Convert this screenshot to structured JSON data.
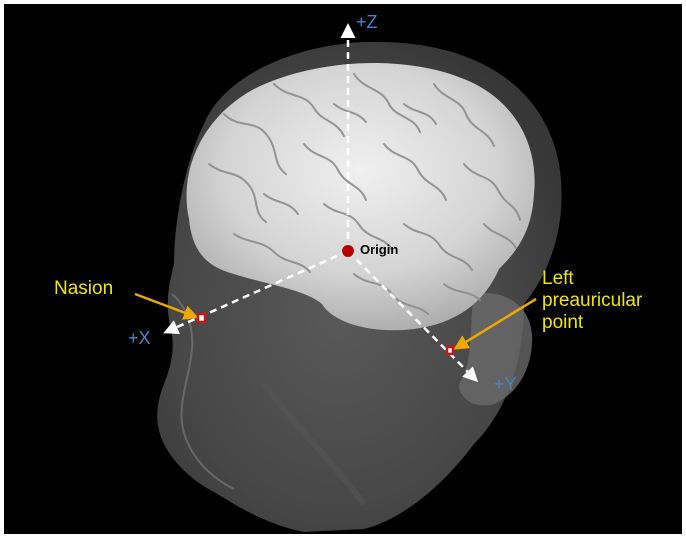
{
  "axes": {
    "z_label": "+Z",
    "x_label": "+X",
    "y_label": "+Y"
  },
  "landmarks": {
    "origin_label": "Origin",
    "nasion_label": "Nasion",
    "lpa_label_line1": "Left",
    "lpa_label_line2": "preauricular",
    "lpa_label_line3": "point"
  },
  "colors": {
    "background": "#000000",
    "axis_label": "#4f80c8",
    "callout_label": "#f2e600",
    "callout_arrow": "#f0a800",
    "landmark_marker": "#cc1414",
    "origin_marker": "#b80000",
    "axis_lines": "#ffffff"
  }
}
